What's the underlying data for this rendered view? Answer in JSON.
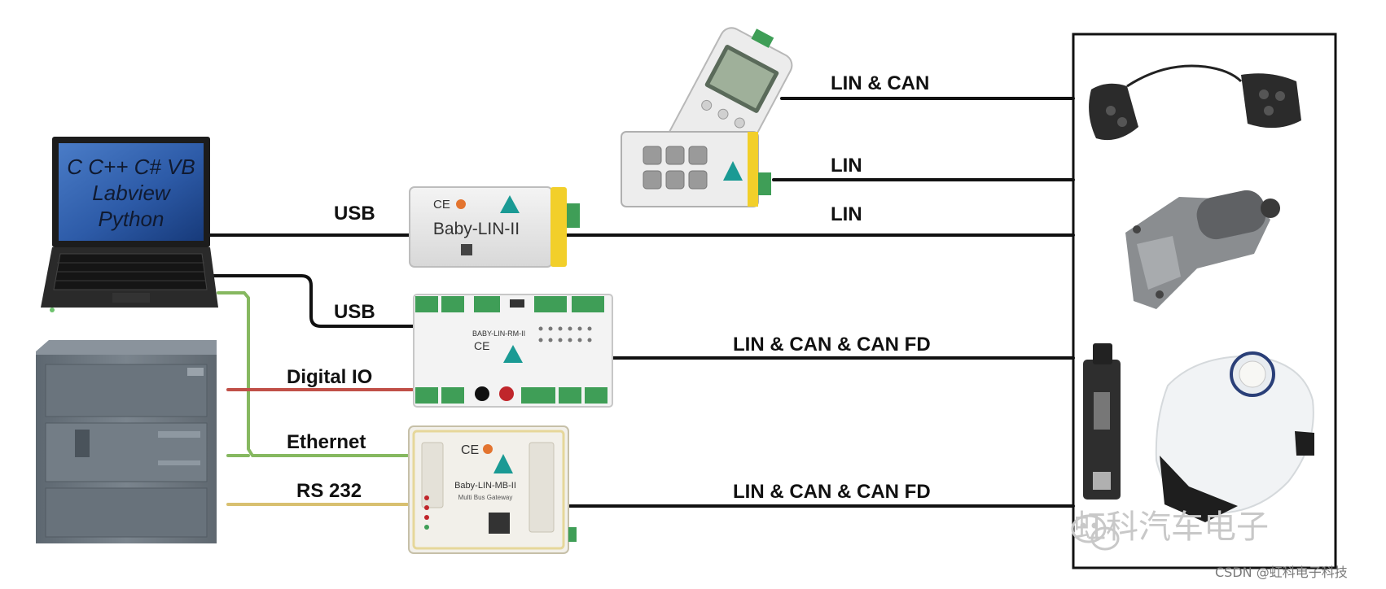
{
  "laptop": {
    "screen_lines": [
      "C C++ C# VB",
      "Labview",
      "Python"
    ]
  },
  "connections": {
    "laptop_to_babylin": "USB",
    "laptop_to_rm": "USB",
    "plc_digital": "Digital IO",
    "plc_ethernet": "Ethernet",
    "plc_rs232": "RS 232",
    "handheld_top": "LIN & CAN",
    "handheld_bottom": "LIN",
    "babylin_out": "LIN",
    "rm_out": "LIN & CAN & CAN FD",
    "mb_out": "LIN & CAN & CAN FD"
  },
  "devices": {
    "baby_lin_ii": {
      "name": "Baby-LIN-II",
      "ce": "CE"
    },
    "baby_lin_rm_ii": {
      "name": "BABY-LIN-RM-II",
      "ce": "CE"
    },
    "baby_lin_mb_ii": {
      "name": "Baby-LIN-MB-II",
      "subtitle": "Multi Bus Gateway",
      "ce": "CE"
    }
  },
  "watermark": "虹科汽车电子",
  "footer": "CSDN @虹科电子科技",
  "colors": {
    "line_black": "#111111",
    "ethernet_green": "#86b860",
    "rs232_yellow": "#d8c070",
    "digital_red": "#c05048",
    "device_accent_yellow": "#f2cf2a",
    "terminal_green": "#3f9e57",
    "brand_teal": "#1a9a94",
    "plc_gray": "#6f7983"
  }
}
